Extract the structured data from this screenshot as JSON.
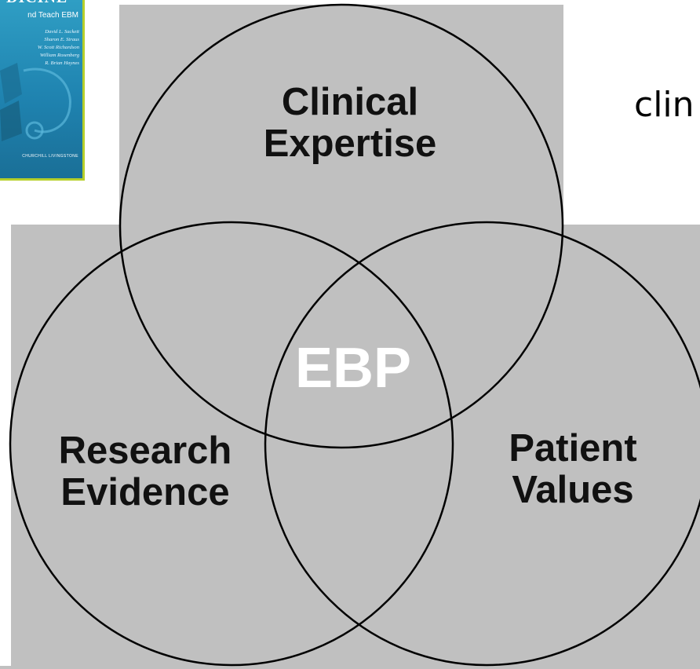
{
  "book": {
    "title": "DICINE",
    "subtitle": "nd Teach EBM",
    "authors": [
      "David L. Sackett",
      "Sharon E. Straus",
      "W. Scott Richardson",
      "William Rosenberg",
      "R. Brian Haynes"
    ],
    "publisher": "CHURCHILL LIVINGSTONE",
    "colors": {
      "cover": "#2a93bf",
      "border": "#b6cf2a"
    }
  },
  "side_text": "clin",
  "venn": {
    "circles": [
      {
        "name": "Clinical Expertise",
        "lines": [
          "Clinical",
          "Expertise"
        ]
      },
      {
        "name": "Research Evidence",
        "lines": [
          "Research",
          "Evidence"
        ]
      },
      {
        "name": "Patient Values",
        "lines": [
          "Patient",
          "Values"
        ]
      }
    ],
    "intersection": "EBP",
    "colors": {
      "fill": "#c0c0c0",
      "stroke": "#000000",
      "center_text": "#ffffff"
    }
  }
}
